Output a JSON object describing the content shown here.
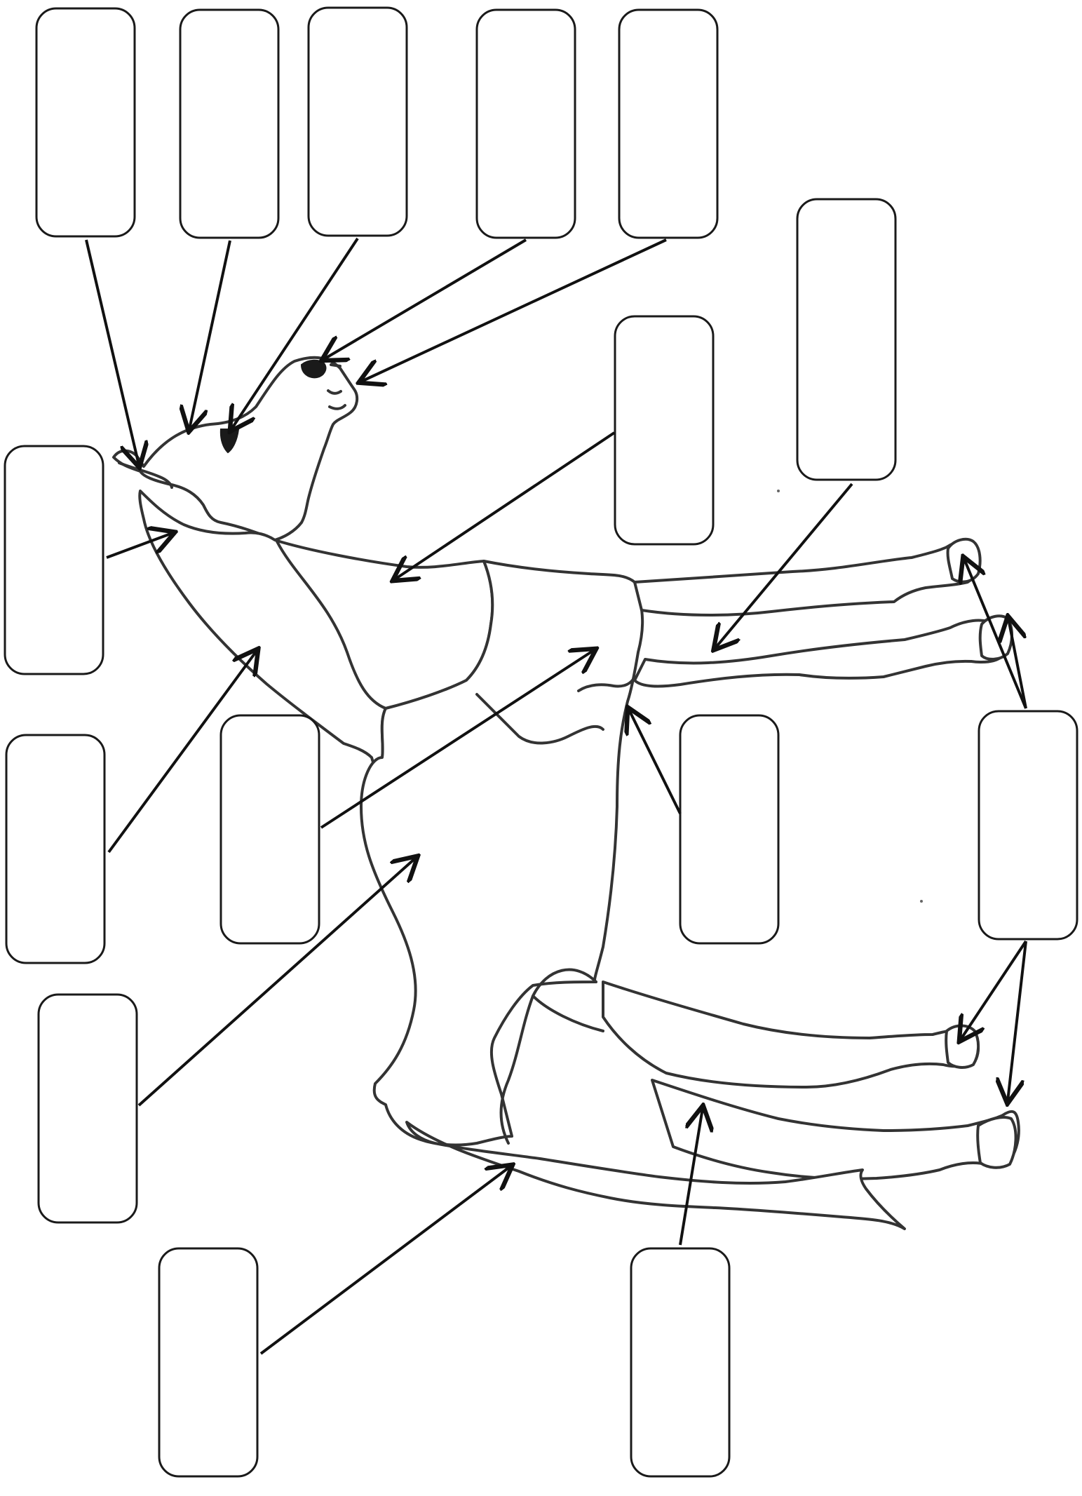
{
  "colors": {
    "outline": "#333333",
    "arrow": "#111111",
    "background": "#ffffff"
  },
  "labels": [
    {
      "id": "ear",
      "text": ""
    },
    {
      "id": "poll",
      "text": ""
    },
    {
      "id": "eye",
      "text": ""
    },
    {
      "id": "nostril",
      "text": ""
    },
    {
      "id": "muzzle",
      "text": ""
    },
    {
      "id": "throat",
      "text": ""
    },
    {
      "id": "neck",
      "text": ""
    },
    {
      "id": "shoulder",
      "text": ""
    },
    {
      "id": "barrel",
      "text": ""
    },
    {
      "id": "croup",
      "text": ""
    },
    {
      "id": "chest",
      "text": ""
    },
    {
      "id": "foreleg",
      "text": ""
    },
    {
      "id": "elbow",
      "text": ""
    },
    {
      "id": "hooves",
      "text": ""
    },
    {
      "id": "tail",
      "text": ""
    },
    {
      "id": "hind-leg",
      "text": ""
    }
  ]
}
